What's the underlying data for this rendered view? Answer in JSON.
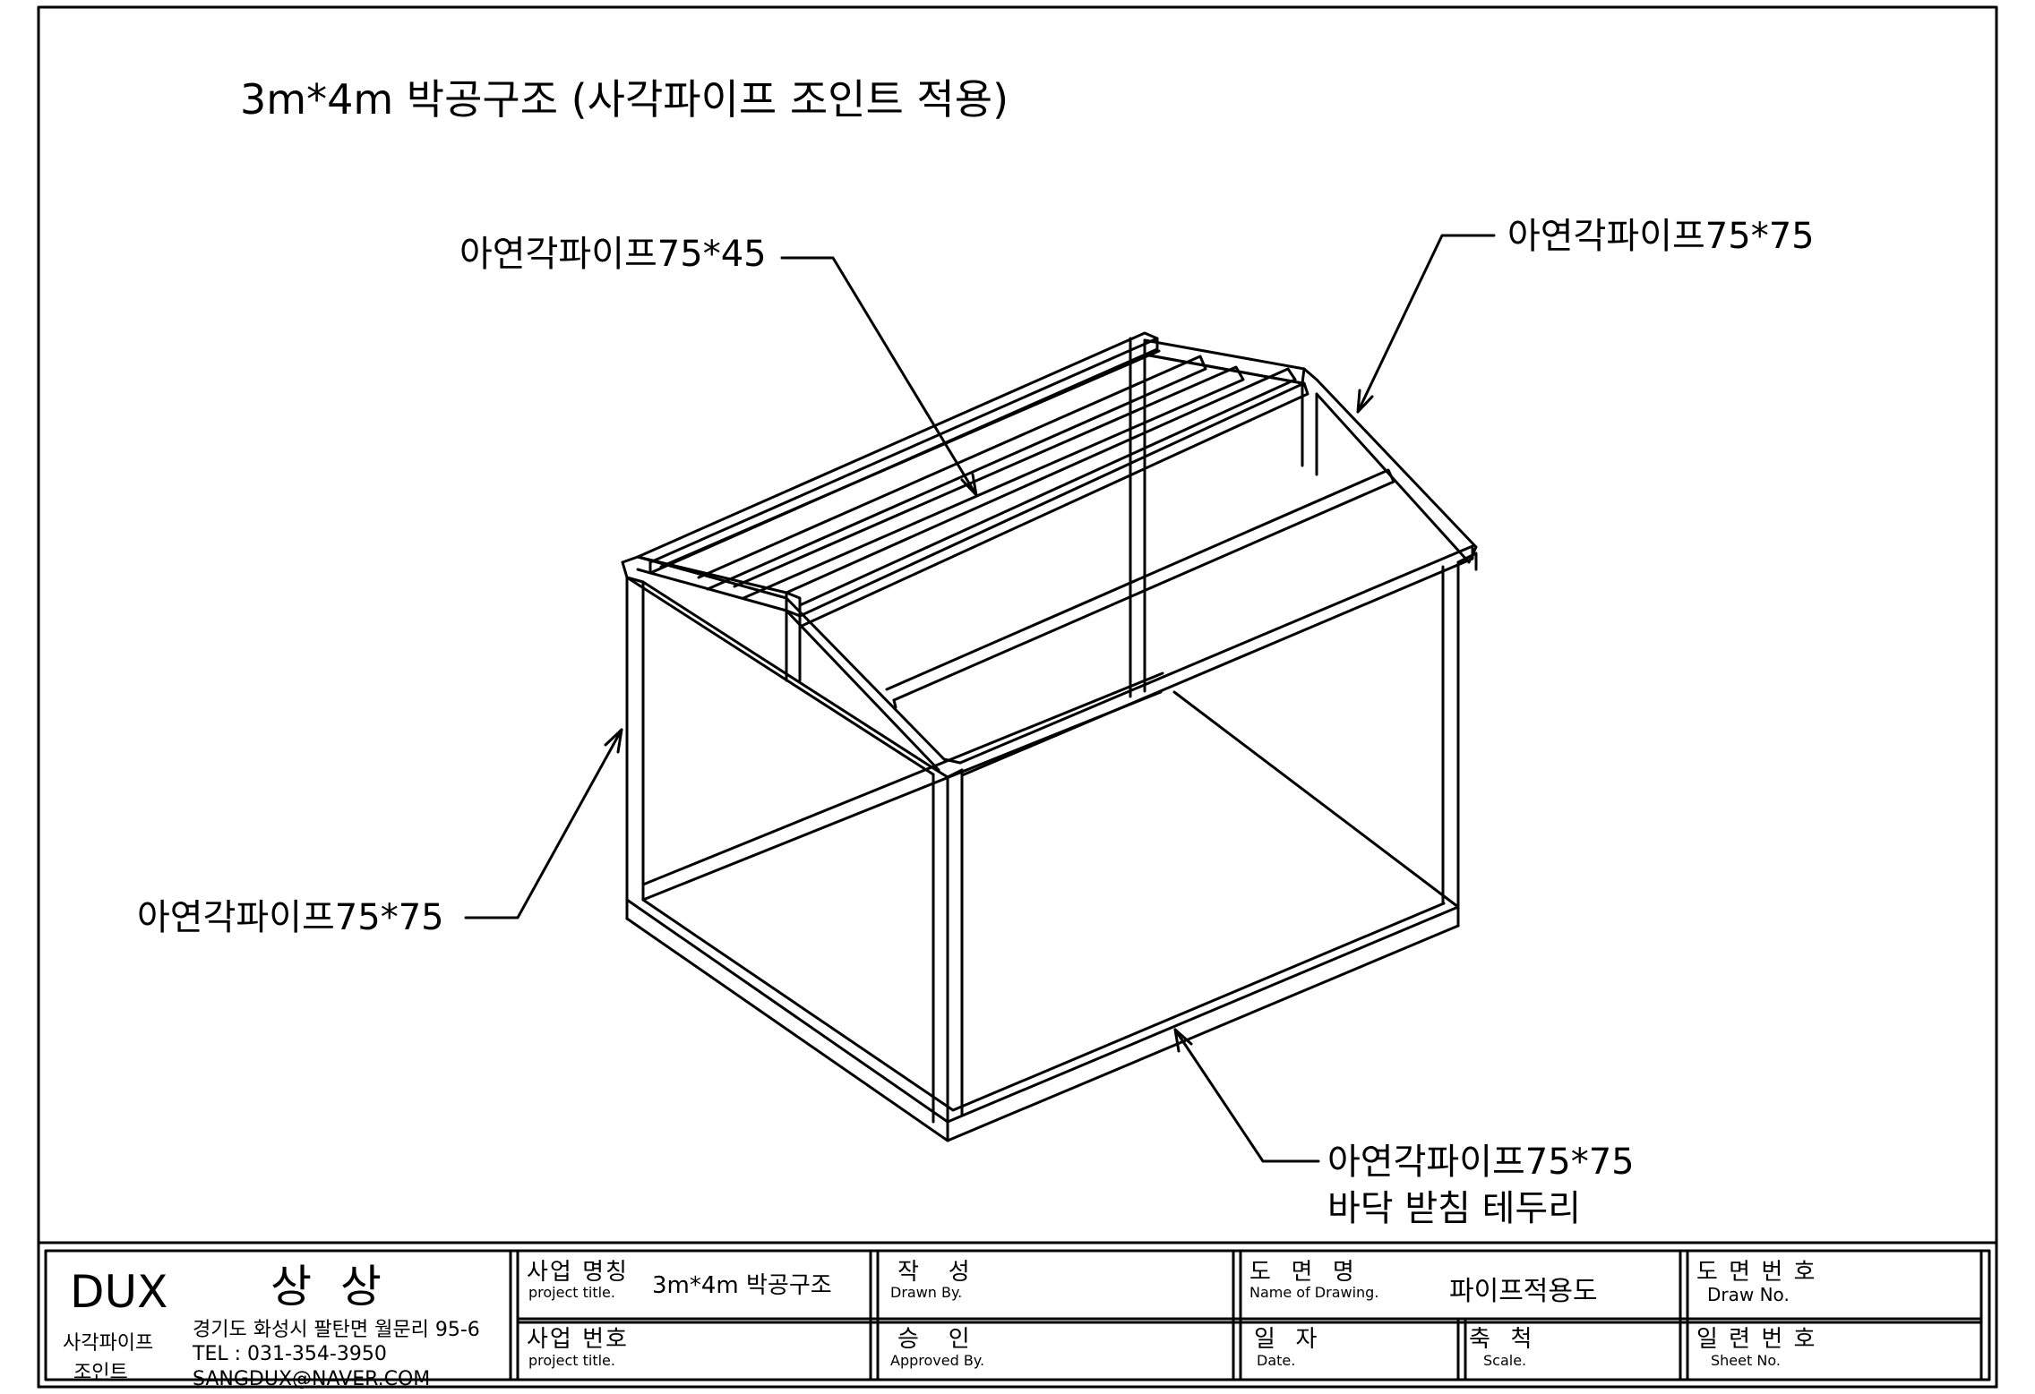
{
  "drawing": {
    "title": "3m*4m 박공구조 (사각파이프 조인트 적용)",
    "labels": {
      "rafter": "아연각파이프75*45",
      "top_right": "아연각파이프75*75",
      "left_post": "아연각파이프75*75",
      "base_line1": "아연각파이프75*75",
      "base_line2": "바닥 받침 테두리"
    }
  },
  "title_block": {
    "company": {
      "brand": "DUX",
      "name": "상 상",
      "product_line1": "사각파이프",
      "product_line2": "조인트",
      "address": "경기도 화성시 팔탄면 월문리 95-6",
      "tel": "TEL : 031-354-3950",
      "email": "SANGDUX@NAVER.COM"
    },
    "project_name": {
      "ko": "사업 명칭",
      "en": "project title.",
      "value": "3m*4m 박공구조"
    },
    "project_number": {
      "ko": "사업 번호",
      "en": "project title.",
      "value": ""
    },
    "drawn_by": {
      "ko": "작   성",
      "en": "Drawn By.",
      "value": ""
    },
    "approved_by": {
      "ko": "승   인",
      "en": "Approved By.",
      "value": ""
    },
    "drawing_name": {
      "ko": "도  면  명",
      "en": "Name of Drawing.",
      "value": "파이프적용도"
    },
    "date": {
      "ko": "일  자",
      "en": "Date.",
      "value": ""
    },
    "scale": {
      "ko": "축  척",
      "en": "Scale.",
      "value": ""
    },
    "draw_no": {
      "ko": "도 면 번 호",
      "en": "Draw No.",
      "value": ""
    },
    "sheet_no": {
      "ko": "일 련 번 호",
      "en": "Sheet No.",
      "value": ""
    }
  }
}
